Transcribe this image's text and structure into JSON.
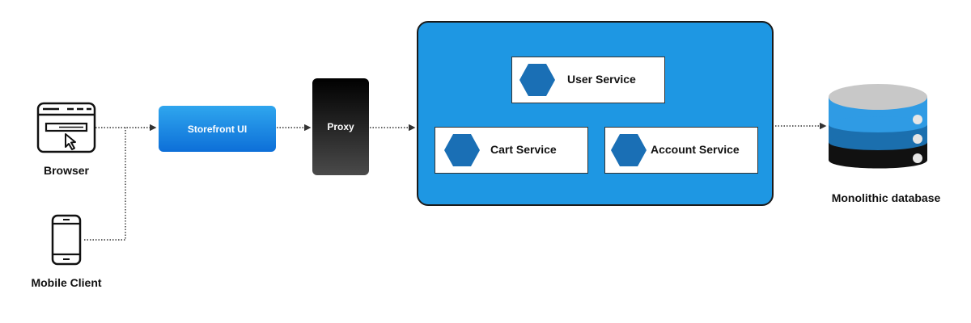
{
  "nodes": {
    "browser": {
      "label": "Browser"
    },
    "mobile": {
      "label": "Mobile Client"
    },
    "storefront": {
      "label": "Storefront UI"
    },
    "proxy": {
      "label": "Proxy"
    },
    "services": [
      {
        "label": "User Service"
      },
      {
        "label": "Cart Service"
      },
      {
        "label": "Account Service"
      }
    ],
    "database": {
      "label": "Monolithic database"
    }
  },
  "colors": {
    "accent_blue": "#1e97e3",
    "hex_blue": "#1a6fb5",
    "db_top": "#c8c8c8",
    "db_mid1": "#2f9be4",
    "db_mid2": "#1b6fae",
    "db_bottom": "#111111",
    "connector": "#333333"
  },
  "icons": {
    "browser": "browser-window-icon",
    "mobile": "mobile-phone-icon",
    "service": "hexagon-icon",
    "database": "database-icon"
  }
}
